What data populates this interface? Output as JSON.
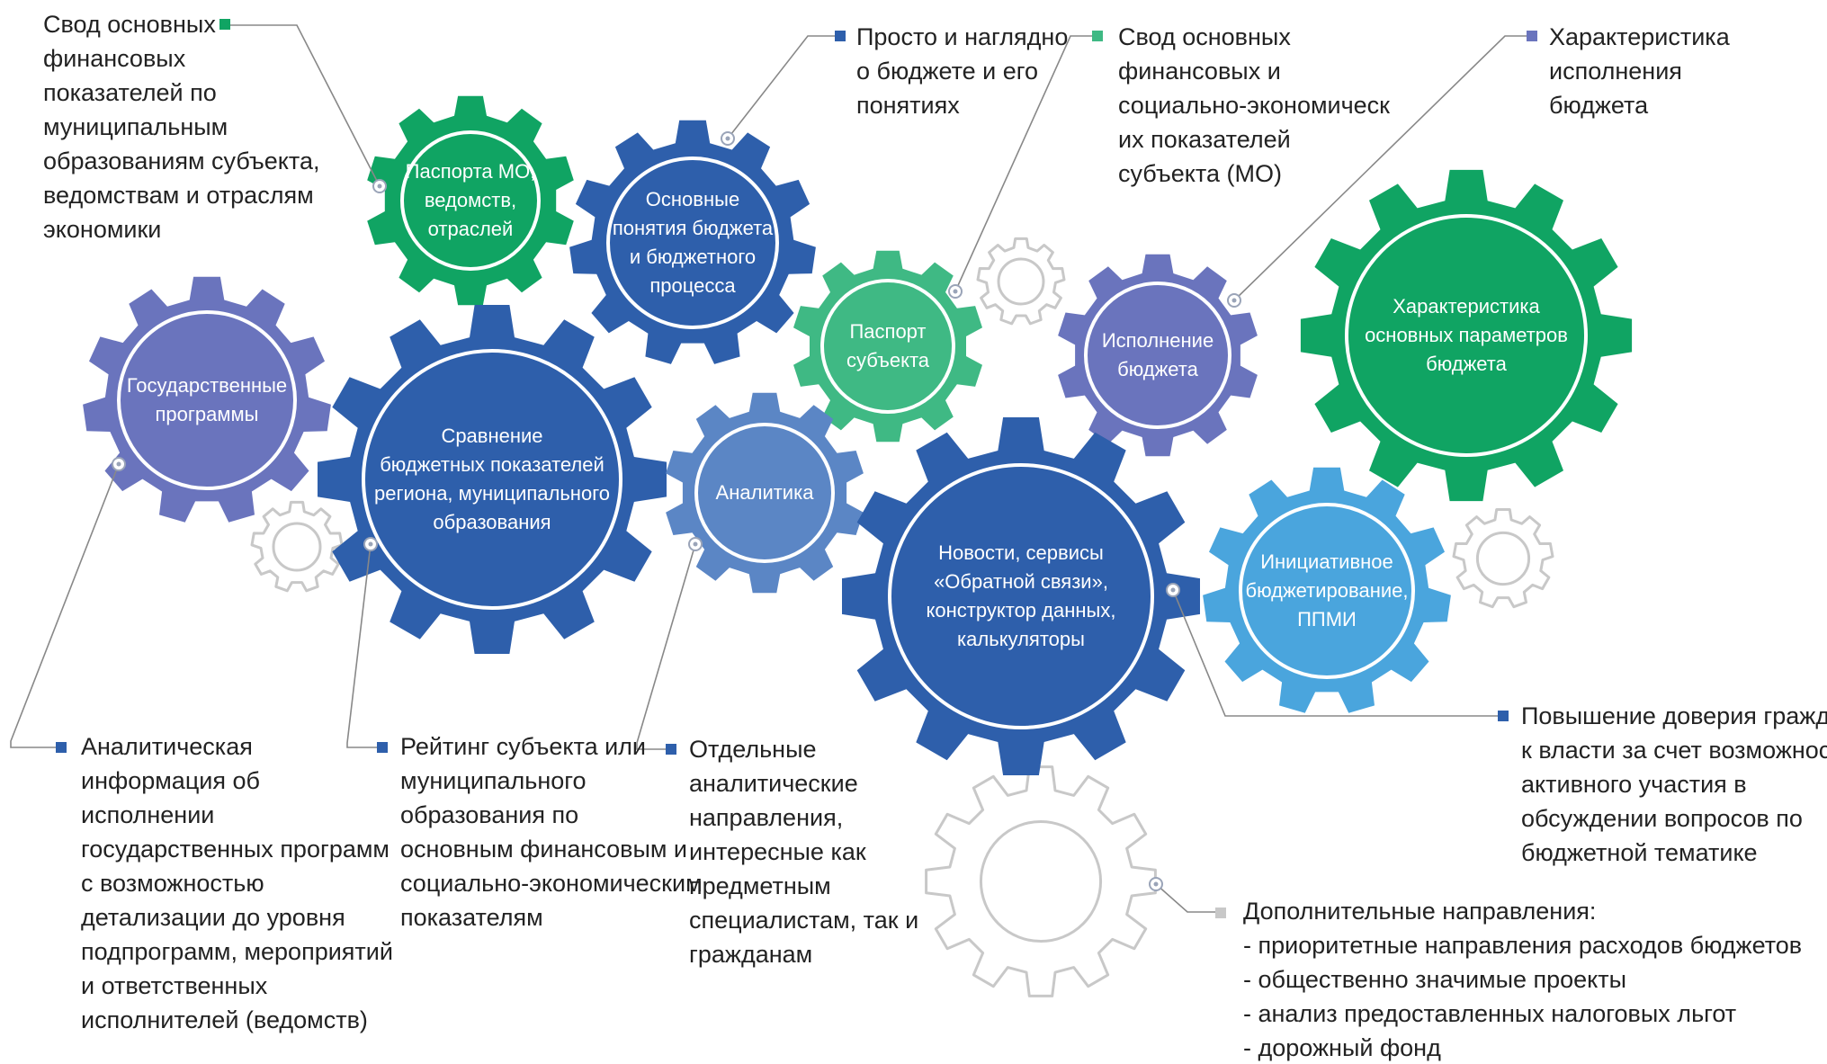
{
  "colors": {
    "dark_blue": "#2e5fab",
    "mid_blue": "#4a76be",
    "purple_blue": "#6a74bd",
    "steel_blue": "#5b86c5",
    "green": "#10a463",
    "light_green": "#3fb984",
    "sky_blue": "#4aa5dd",
    "outline_gray": "#c8c8c8",
    "leader_gray": "#888888"
  },
  "gears": [
    {
      "id": "pasport-mo",
      "color": "green",
      "lines": [
        "Паспорта МО,",
        "ведомств,",
        "отраслей"
      ]
    },
    {
      "id": "osnovnye-ponyatiya",
      "color": "dark_blue",
      "lines": [
        "Основные",
        "понятия бюджета",
        "и бюджетного",
        "процесса"
      ]
    },
    {
      "id": "gosprogrammy",
      "color": "purple_blue",
      "lines": [
        "Государственные",
        "программы"
      ]
    },
    {
      "id": "sravnenie",
      "color": "dark_blue",
      "lines": [
        "Сравнение",
        "бюджетных показателей",
        "региона, муниципального",
        "образования"
      ]
    },
    {
      "id": "pasport-subekta",
      "color": "light_green",
      "lines": [
        "Паспорт",
        "субъекта"
      ]
    },
    {
      "id": "ispolnenie",
      "color": "purple_blue",
      "lines": [
        "Исполнение",
        "бюджета"
      ]
    },
    {
      "id": "harakteristika",
      "color": "green",
      "lines": [
        "Характеристика",
        "основных параметров",
        "бюджета"
      ]
    },
    {
      "id": "analitika",
      "color": "steel_blue",
      "lines": [
        "Аналитика"
      ]
    },
    {
      "id": "novosti",
      "color": "dark_blue",
      "lines": [
        "Новости, сервисы",
        "«Обратной связи»,",
        "конструктор данных,",
        "калькуляторы"
      ]
    },
    {
      "id": "iniciativnoe",
      "color": "sky_blue",
      "lines": [
        "Инициативное",
        "бюджетирование,",
        "ППМИ"
      ]
    }
  ],
  "callouts": [
    {
      "id": "svod-mo",
      "color": "green",
      "lines": [
        "Свод основных",
        "финансовых",
        "показателей по",
        "муниципальным",
        "образованиям субъекта,",
        "ведомствам и отраслям",
        "экономики"
      ]
    },
    {
      "id": "prosto",
      "color": "dark_blue",
      "lines": [
        "Просто и наглядно",
        "о бюджете и его",
        "понятиях"
      ]
    },
    {
      "id": "svod-subekta",
      "color": "light_green",
      "lines": [
        "Свод основных",
        "финансовых и",
        "социально-экономическ",
        "их показателей",
        "субъекта (МО)"
      ]
    },
    {
      "id": "harakteristika-ispolneniya",
      "color": "purple_blue",
      "lines": [
        "Характеристика",
        "исполнения",
        "бюджета"
      ]
    },
    {
      "id": "analiticheskaya",
      "color": "dark_blue",
      "lines": [
        "Аналитическая",
        "информация об",
        "исполнении",
        "государственных программ",
        "с возможностью",
        "детализации до уровня",
        "подпрограмм, мероприятий",
        "и ответственных",
        "исполнителей (ведомств)"
      ]
    },
    {
      "id": "reyting",
      "color": "dark_blue",
      "lines": [
        "Рейтинг субъекта или",
        "муниципального",
        "образования по",
        "основным финансовым и",
        "социально-экономическим",
        "показателям"
      ]
    },
    {
      "id": "otdelnye",
      "color": "dark_blue",
      "lines": [
        "Отдельные",
        "аналитические",
        "направления,",
        "интересные как",
        "предметным",
        "специалистам, так и",
        "гражданам"
      ]
    },
    {
      "id": "povyshenie",
      "color": "dark_blue",
      "lines": [
        "Повышение доверия граждан",
        "к власти за счет возможности",
        "активного участия в",
        "обсуждении вопросов по",
        "бюджетной тематике"
      ]
    },
    {
      "id": "dopolnitelnye",
      "color": "outline_gray",
      "lines": [
        "Дополнительные направления:",
        "- приоритетные направления расходов бюджетов",
        "- общественно значимые проекты",
        "- анализ предоставленных налоговых льгот",
        "- дорожный фонд"
      ]
    }
  ]
}
